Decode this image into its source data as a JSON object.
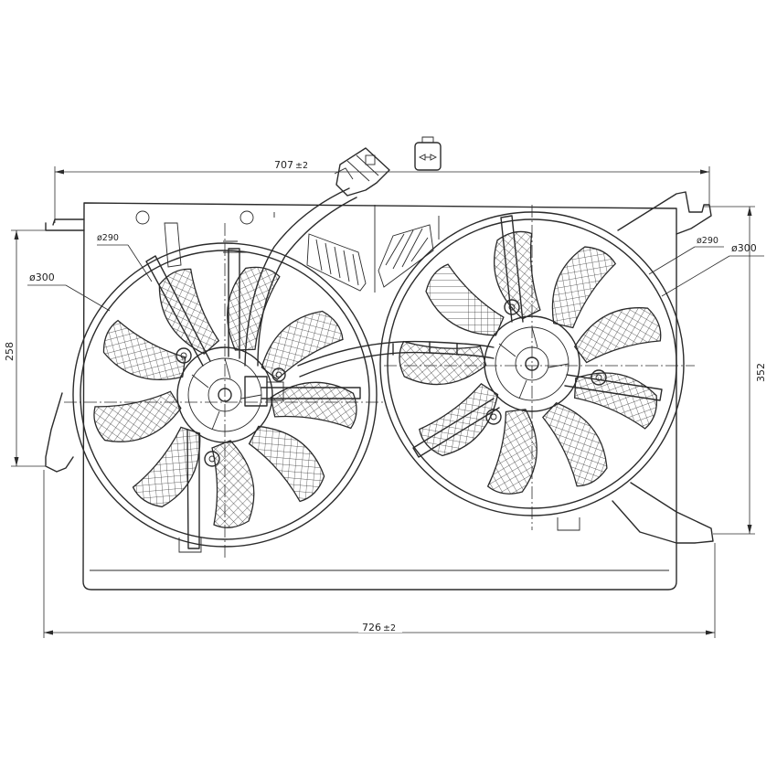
{
  "dimensions": {
    "top_width": "707",
    "top_width_tol": "±2",
    "bottom_width": "726",
    "bottom_width_tol": "±2",
    "left_height": "258",
    "right_height": "352",
    "left_fan_inner": "ø290",
    "left_fan_outer": "ø300",
    "right_fan_inner": "ø290",
    "right_fan_outer": "ø300"
  },
  "icons": {
    "connector": "two-pin-connector-icon"
  }
}
